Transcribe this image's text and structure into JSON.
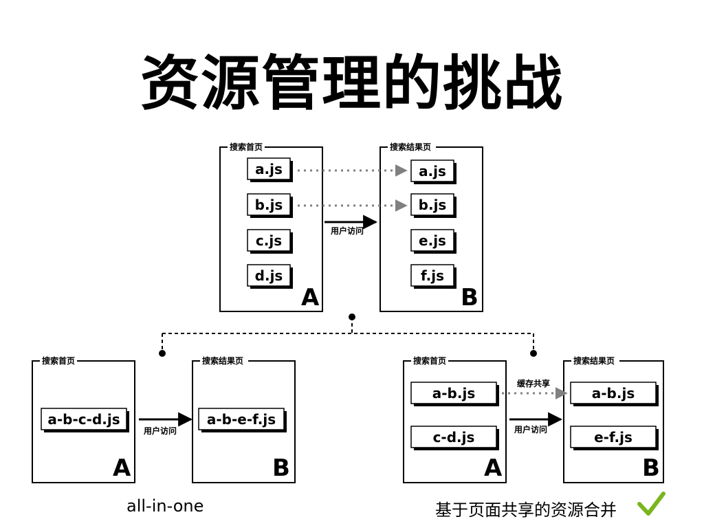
{
  "title": "资源管理的挑战",
  "diagrams": {
    "top": {
      "page_a": {
        "label": "搜索首页",
        "letter": "A",
        "files": [
          "a.js",
          "b.js",
          "c.js",
          "d.js"
        ]
      },
      "page_b": {
        "label": "搜索结果页",
        "letter": "B",
        "files": [
          "a.js",
          "b.js",
          "e.js",
          "f.js"
        ]
      },
      "access_label": "用户访问"
    },
    "bottom_left": {
      "page_a": {
        "label": "搜索首页",
        "letter": "A",
        "files": [
          "a-b-c-d.js"
        ]
      },
      "page_b": {
        "label": "搜索结果页",
        "letter": "B",
        "files": [
          "a-b-e-f.js"
        ]
      },
      "access_label": "用户访问",
      "caption": "all-in-one"
    },
    "bottom_right": {
      "page_a": {
        "label": "搜索首页",
        "letter": "A",
        "files": [
          "a-b.js",
          "c-d.js"
        ]
      },
      "page_b": {
        "label": "搜索结果页",
        "letter": "B",
        "files": [
          "a-b.js",
          "e-f.js"
        ]
      },
      "access_label": "用户访问",
      "cache_label": "缓存共享",
      "caption": "基于页面共享的资源合并"
    }
  },
  "icons": {
    "caption_icon": "check-icon"
  },
  "colors": {
    "check": "#7ab51d",
    "dashed_arrow": "#808080"
  }
}
